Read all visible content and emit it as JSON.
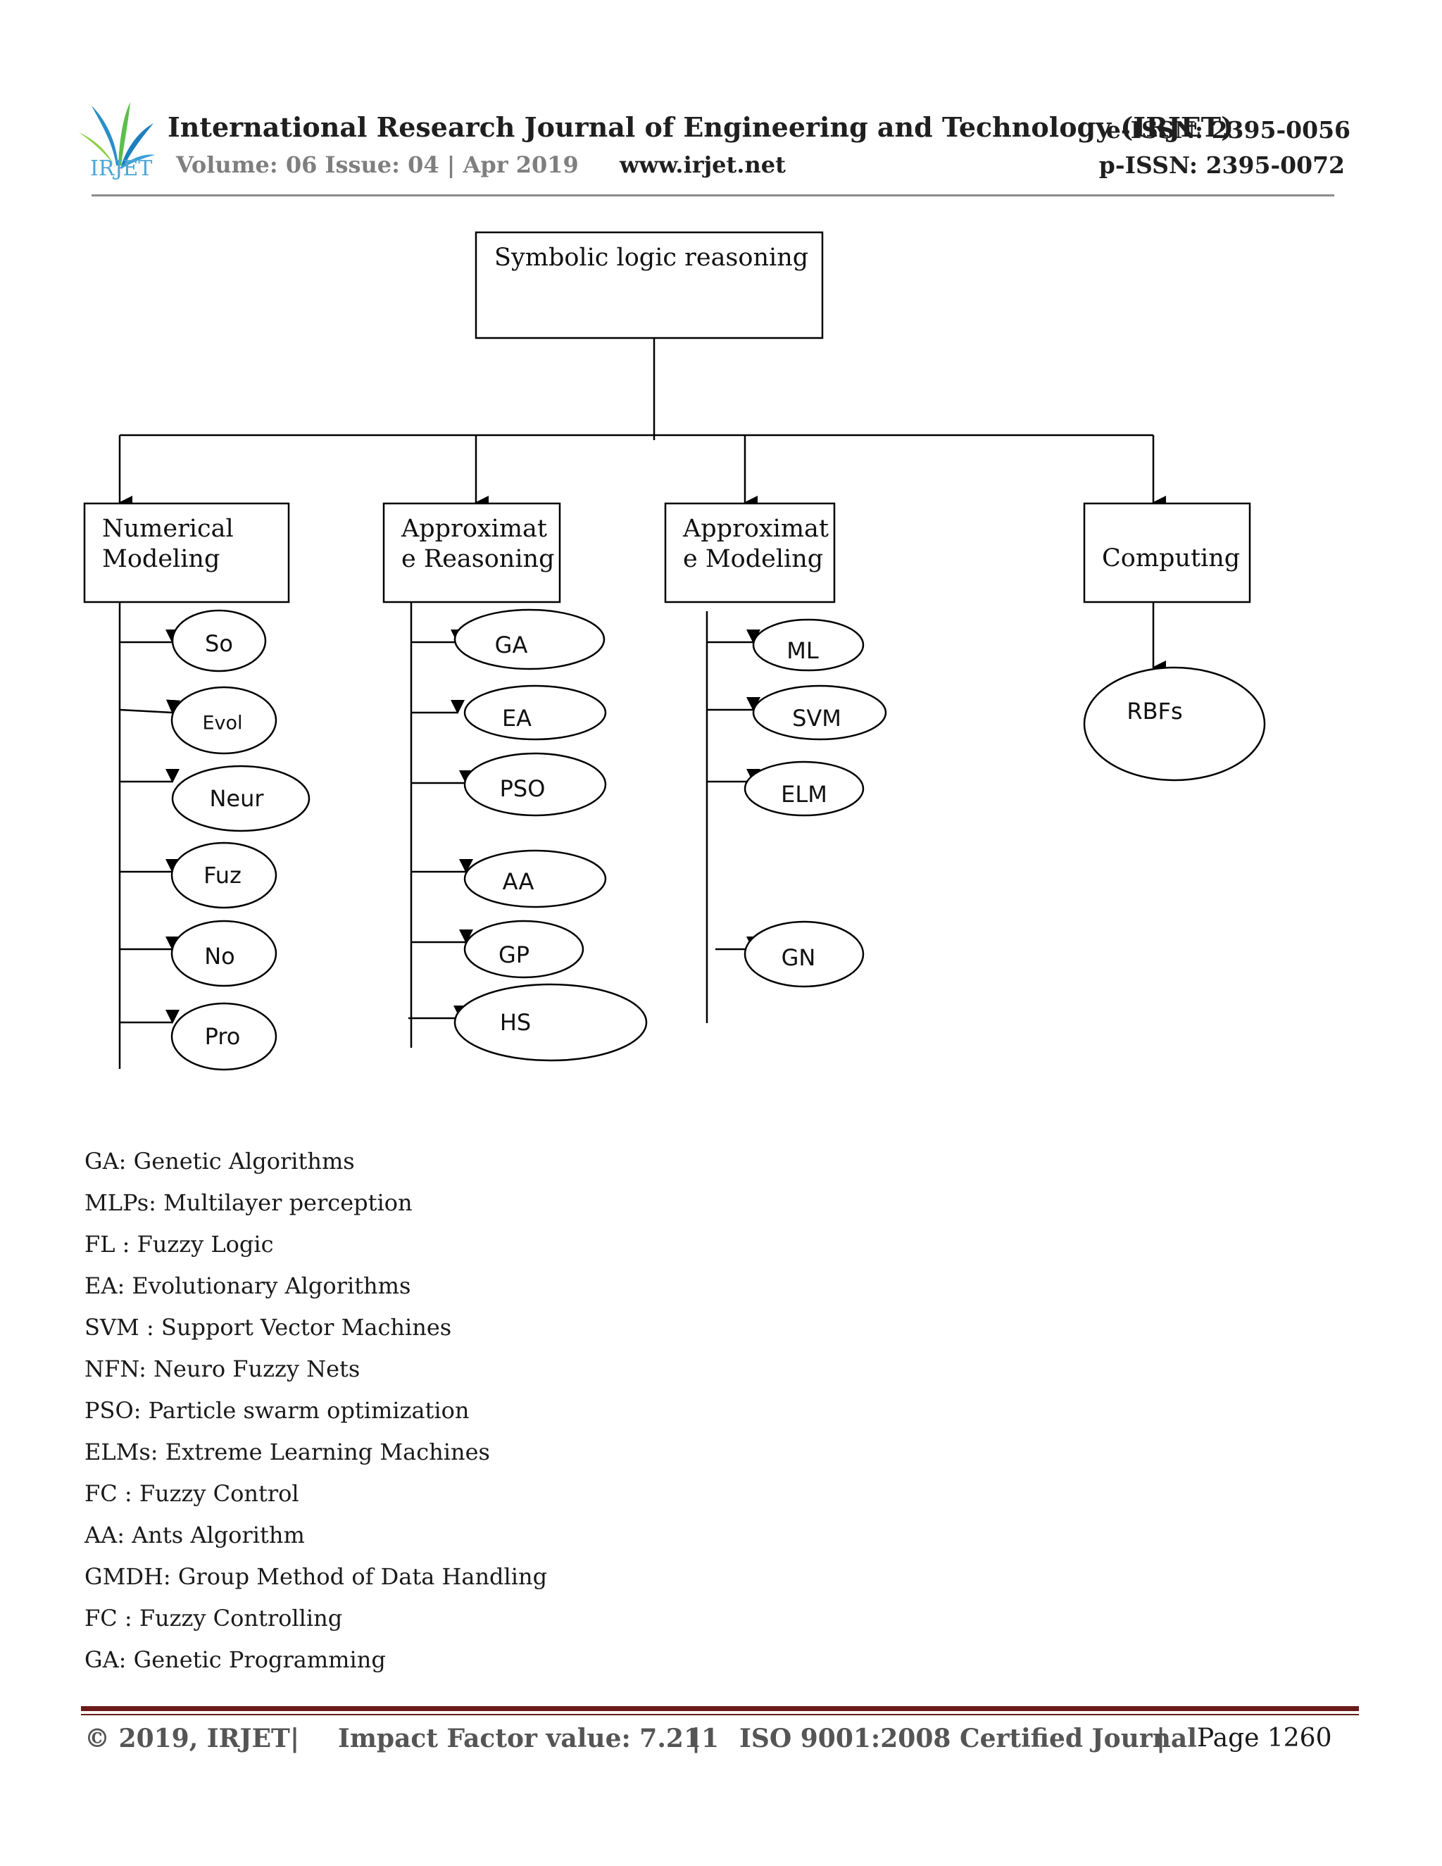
{
  "header": {
    "logo_text": "IRJET",
    "journal_title": "International Research Journal of Engineering and Technology (IRJET)",
    "volume": "Volume: 06 Issue: 04 | Apr 2019",
    "website": "www.irjet.net",
    "e_issn": "e-ISSN: 2395-0056",
    "p_issn": "p-ISSN: 2395-0072"
  },
  "diagram": {
    "root": "Symbolic logic reasoning",
    "categories": [
      {
        "label_line1": "Numerical",
        "label_line2": "Modeling",
        "items": [
          "So",
          "Evol",
          "Neur",
          "Fuz",
          "No",
          "Pro"
        ]
      },
      {
        "label_line1": "Approximat",
        "label_line2": "e Reasoning",
        "items": [
          "GA",
          "EA",
          "PSO",
          "AA",
          "GP",
          "HS"
        ]
      },
      {
        "label_line1": "Approximat",
        "label_line2": "e Modeling",
        "items": [
          "ML",
          "SVM",
          "ELM",
          "GN"
        ]
      },
      {
        "label_line1": "Computing",
        "label_line2": "",
        "items": [
          "RBFs"
        ]
      }
    ]
  },
  "legend": [
    "GA: Genetic Algorithms",
    "MLPs: Multilayer perception",
    "FL : Fuzzy Logic",
    "EA: Evolutionary Algorithms",
    "SVM : Support Vector Machines",
    "NFN: Neuro Fuzzy Nets",
    "PSO: Particle swarm optimization",
    "ELMs: Extreme Learning Machines",
    "FC : Fuzzy Control",
    "AA: Ants Algorithm",
    "GMDH: Group Method of Data Handling",
    "FC : Fuzzy Controlling",
    "GA: Genetic Programming"
  ],
  "footer": {
    "copyright": "© 2019, IRJET",
    "separator": "|",
    "impact": "Impact Factor value: 7.211",
    "iso": "ISO 9001:2008 Certified Journal",
    "page": "Page 1260"
  },
  "colors": {
    "footer_rule": "#6b1a1a",
    "header_rule": "#8c8c8c",
    "logo_blue": "#4aa6d9"
  }
}
